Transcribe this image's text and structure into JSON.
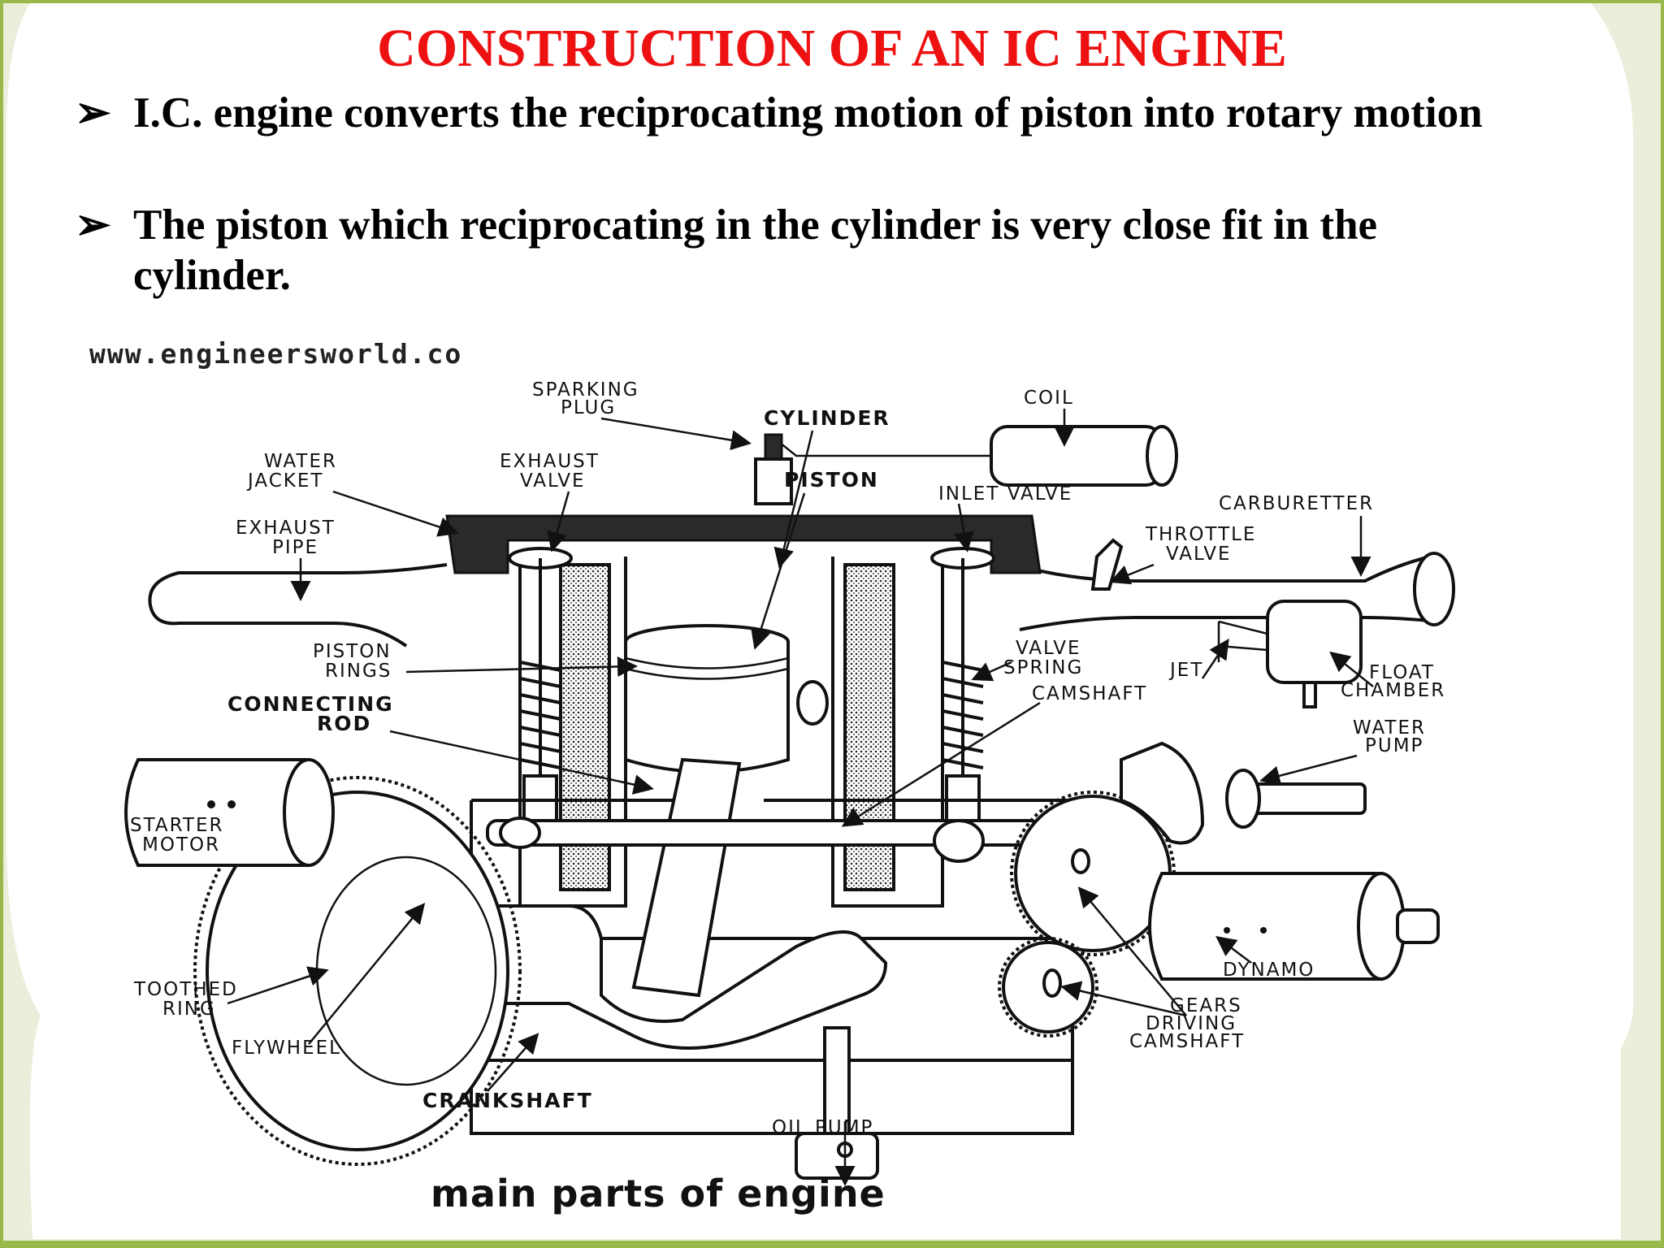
{
  "slide": {
    "title": "CONSTRUCTION OF AN IC ENGINE",
    "bullets": [
      {
        "marker": "➢",
        "text": "I.C. engine converts the reciprocating motion of piston into rotary motion"
      },
      {
        "marker": "➢",
        "text": "The piston which reciprocating in the cylinder is very close fit in the cylinder."
      }
    ],
    "colors": {
      "title": "#ee1111",
      "frame": "#9ab84a",
      "background": "#e9efda"
    }
  },
  "diagram": {
    "watermark": "www.engineersworld.co",
    "caption": "main parts of engine",
    "labels": {
      "sparking_plug_1": "SPARKING",
      "sparking_plug_2": "PLUG",
      "coil": "COIL",
      "cylinder": "CYLINDER",
      "water_jacket_1": "WATER",
      "water_jacket_2": "JACKET",
      "exhaust_valve_1": "EXHAUST",
      "exhaust_valve_2": "VALVE",
      "piston": "PISTON",
      "inlet_valve": "INLET  VALVE",
      "carburetter": "CARBURETTER",
      "exhaust_pipe_1": "EXHAUST",
      "exhaust_pipe_2": "PIPE",
      "throttle_valve_1": "THROTTLE",
      "throttle_valve_2": "VALVE",
      "piston_rings_1": "PISTON",
      "piston_rings_2": "RINGS",
      "valve_spring_1": "VALVE",
      "valve_spring_2": "SPRING",
      "jet": "JET",
      "float_chamber_1": "FLOAT",
      "float_chamber_2": "CHAMBER",
      "connecting_rod_1": "CONNECTING",
      "connecting_rod_2": "ROD",
      "camshaft": "CAMSHAFT",
      "water_pump_1": "WATER",
      "water_pump_2": "PUMP",
      "starter_motor_1": "STARTER",
      "starter_motor_2": "MOTOR",
      "dynamo": "DYNAMO",
      "toothed_ring_1": "TOOTHED",
      "toothed_ring_2": "RING",
      "gears_1": "GEARS",
      "gears_2": "DRIVING",
      "gears_3": "CAMSHAFT",
      "flywheel": "FLYWHEEL",
      "crankshaft": "CRANKSHAFT",
      "oil_pump": "OIL  PUMP"
    }
  }
}
